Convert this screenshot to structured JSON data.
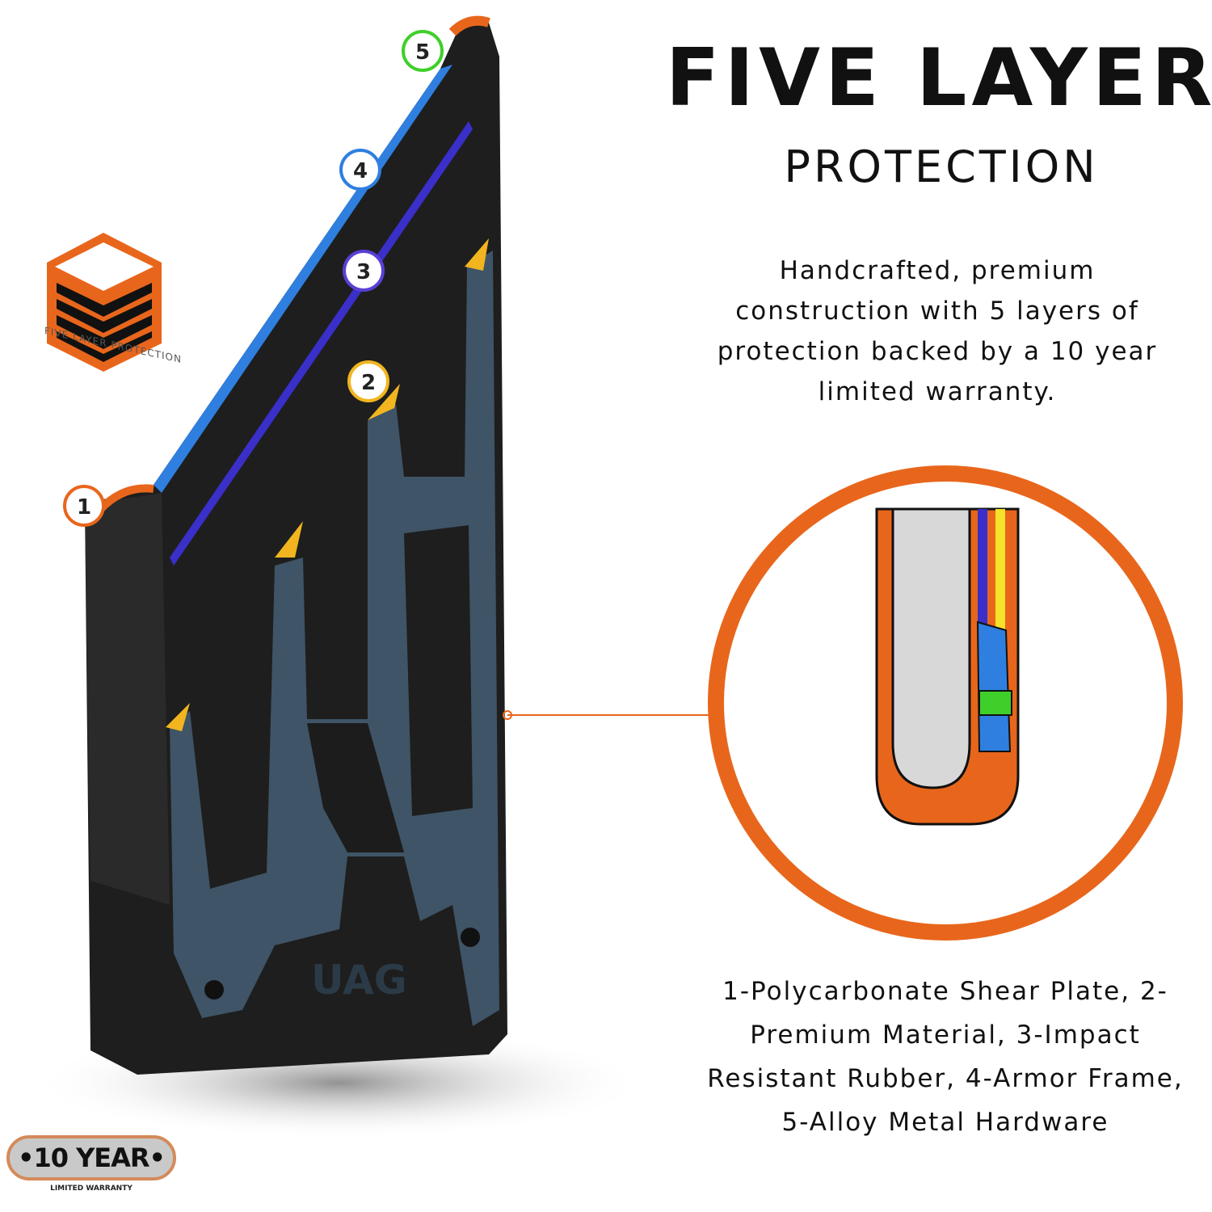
{
  "heading": {
    "title": "FIVE LAYER",
    "subtitle": "PROTECTION"
  },
  "description": "Handcrafted, premium construction with 5 layers of protection backed by a 10 year limited warranty.",
  "layers_text": "1-Polycarbonate Shear Plate, 2-Premium Material, 3-Impact Resistant Rubber, 4-Armor Frame, 5-Alloy Metal Hardware",
  "callouts": [
    {
      "n": "1",
      "color": "#e8661c"
    },
    {
      "n": "2",
      "color": "#f2b51f"
    },
    {
      "n": "3",
      "color": "#5b3fd6"
    },
    {
      "n": "4",
      "color": "#2f7fe0"
    },
    {
      "n": "5",
      "color": "#3fcf2a"
    }
  ],
  "logo": {
    "text": "FIVE LAYER PROTECTION"
  },
  "warranty": {
    "title": "•10 YEAR•",
    "subtitle": "LIMITED WARRANTY"
  },
  "case_logo": "UAG",
  "colors": {
    "accent": "#e8661c",
    "frame": "#3f5466",
    "case": "#222222"
  }
}
